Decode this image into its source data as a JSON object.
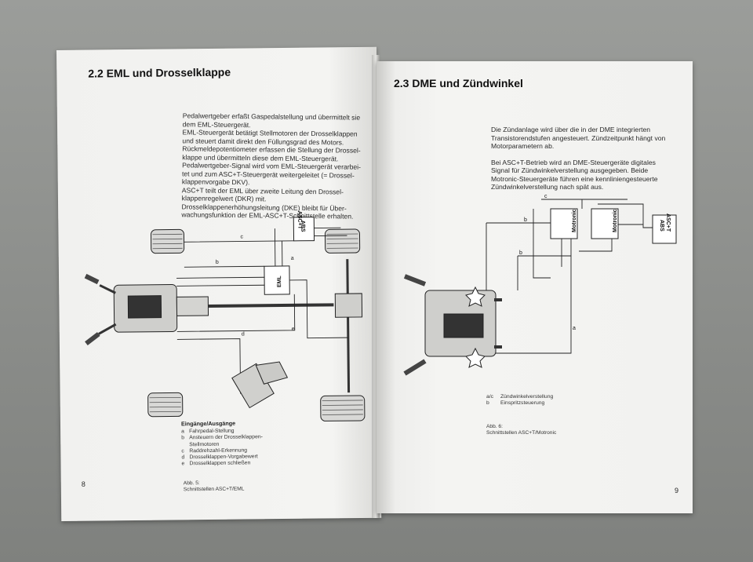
{
  "left_page": {
    "heading": "2.2 EML und Drosselklappe",
    "paragraph_lines": [
      "Pedalwertgeber erfaßt Gaspedalstellung und übermittelt sie",
      "dem EML-Steuergerät.",
      "EML-Steuergerät betätigt Stellmotoren der Drosselklappen",
      "und steuert damit direkt den Füllungsgrad des Motors.",
      "Rückmeldepotentiometer erfassen die Stellung der Drossel-",
      "klappe und übermitteln diese dem EML-Steuergerät.",
      "Pedalwertgeber-Signal wird vom EML-Steuergerät verarbei-",
      "tet und zum ASC+T-Steuergerät weitergeleitet (= Drossel-",
      "klappenvorgabe DKV).",
      "ASC+T teilt der EML über zweite Leitung den Drossel-",
      "klappenregelwert (DKR) mit.",
      "Drosselklappenerhöhungsleitung (DKE) bleibt für Über-",
      "wachungsfunktion der EML-ASC+T-Schnittstelle erhalten."
    ],
    "diagram_labels": {
      "abs_asc_1": "ABS",
      "abs_asc_2": "ASC+T",
      "eml": "EML",
      "line_a": "a",
      "line_b": "b",
      "line_c": "c",
      "line_d": "d",
      "line_e": "e"
    },
    "legend_title": "Eingänge/Ausgänge",
    "legend_items": [
      {
        "key": "a",
        "text": "Fahrpedal-Stellung"
      },
      {
        "key": "b",
        "text": "Ansteuern der Drosselklappen-"
      },
      {
        "key": "",
        "text": "Stellmotoren"
      },
      {
        "key": "c",
        "text": "Raddrehzahl-Erkennung"
      },
      {
        "key": "d",
        "text": "Drosselklappen-Vorgabewert"
      },
      {
        "key": "e",
        "text": "Drosselklappen schließen"
      }
    ],
    "caption_line1": "Abb. 5:",
    "caption_line2": "Schnittstellen ASC+T/EML",
    "page_number": "8"
  },
  "right_page": {
    "heading": "2.3 DME und Zündwinkel",
    "paragraph1_lines": [
      "Die Zündanlage wird über die in der DME integrierten",
      "Transistorendstufen angesteuert. Zündzeitpunkt hängt von",
      "Motorparametern ab."
    ],
    "paragraph2_lines": [
      "Bei ASC+T-Betrieb wird an DME-Steuergeräte digitales",
      "Signal für Zündwinkelverstellung ausgegeben. Beide",
      "Motronic-Steuergeräte führen eine kennliniengesteuerte",
      "Zündwinkelverstellung nach spät aus."
    ],
    "diagram_labels": {
      "motronic_1": "Motronic",
      "motronic_2": "Motronic",
      "abs_asc_1": "ABS",
      "abs_asc_2": "ASC+T",
      "line_a": "a",
      "line_b": "b",
      "line_c": "c"
    },
    "legend_items": [
      {
        "key": "a/c",
        "text": "Zündwinkelverstellung"
      },
      {
        "key": "b",
        "text": "Einspritzsteuerung"
      }
    ],
    "caption_line1": "Abb. 6:",
    "caption_line2": "Schnittstellen ASC+T/Motronic",
    "page_number": "9"
  },
  "colors": {
    "paper": "#f3f3f1",
    "ink": "#111111",
    "background": "#8d8f8c"
  }
}
